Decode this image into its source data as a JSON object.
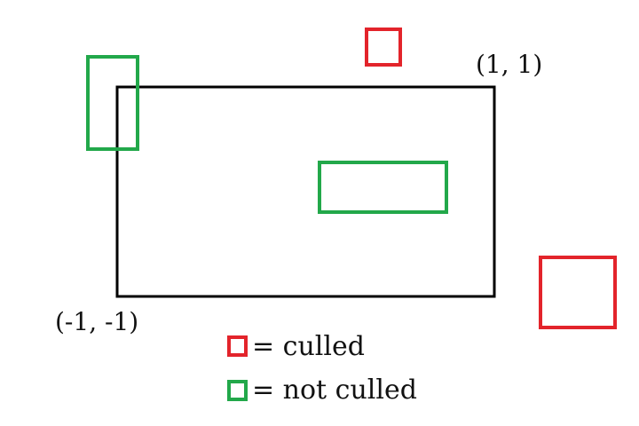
{
  "diagram": {
    "corner_top_right": "(1, 1)",
    "corner_bottom_left": "(-1, -1)",
    "legend": {
      "culled_label": "= culled",
      "not_culled_label": "= not culled"
    }
  },
  "colors": {
    "viewport_border": "#000000",
    "culled": "#e3242b",
    "not_culled": "#22a84a",
    "text": "#111111",
    "background": "#ffffff"
  }
}
